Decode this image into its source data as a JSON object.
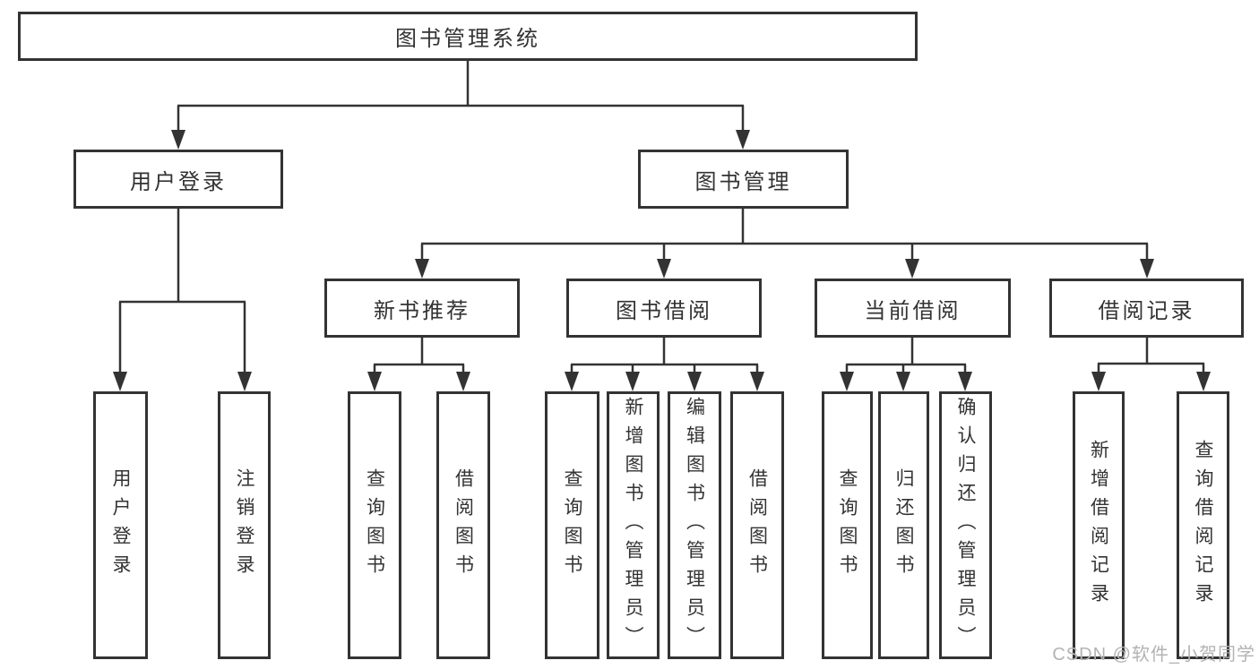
{
  "diagram": {
    "title": "图书管理系统",
    "level2": {
      "user_login": "用户登录",
      "book_management": "图书管理"
    },
    "level3": {
      "new_book_recommend": "新书推荐",
      "book_borrow": "图书借阅",
      "current_borrow": "当前借阅",
      "borrow_records": "借阅记录"
    },
    "leaves": {
      "user_login_children": [
        "用户登录",
        "注销登录"
      ],
      "new_book_children": [
        "查询图书",
        "借阅图书"
      ],
      "book_borrow_children": [
        "查询图书",
        "新增图书（管理员）",
        "编辑图书（管理员）",
        "借阅图书"
      ],
      "current_borrow_children": [
        "查询图书",
        "归还图书",
        "确认归还（管理员）"
      ],
      "borrow_records_children": [
        "新增借阅记录",
        "查询借阅记录"
      ]
    }
  },
  "watermark": "CSDN @软件_小贺同学",
  "colors": {
    "line": "#333333",
    "box_border": "#333333",
    "text": "#333333",
    "watermark": "#b3b3b3",
    "background": "#ffffff"
  }
}
